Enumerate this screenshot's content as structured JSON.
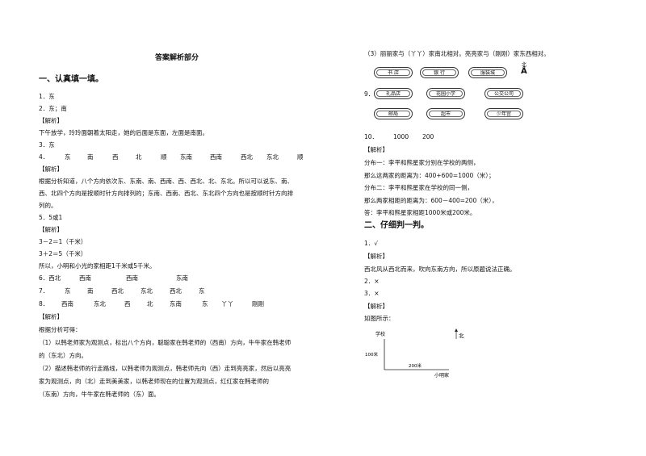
{
  "title": "答案解析部分",
  "section1_heading": "一、认真填一填。",
  "section2_heading": "二、仔细判一判。",
  "left": {
    "l1": "1．东",
    "l2": "2．东；南",
    "l3": "【解析】",
    "l4": "下午放学，玲玲面朝着太阳走，她的后面是东面，左面是南面。",
    "l5": "3．东",
    "q4_items": [
      "4．",
      "东",
      "南",
      "西",
      "北",
      "顺",
      "东南",
      "西南",
      "西北",
      "东北",
      "顺"
    ],
    "l7": "【解析】",
    "l8": "根据分析知道，八个方向依次东、东南、南、西南、西、西北、北、东北。所以可以说东、南、",
    "l9": "西、北四个方向是按顺时针方向排列的；东南、西南、西北、东北四个方向也是按顺时针方向排",
    "l10": "列的。",
    "l11": "5．5或1",
    "l12": "【解析】",
    "l13": "3－2＝1（千米）",
    "l14": "3＋2＝5（千米）",
    "l15": "所以，小明和小光的家相距1千米或5千米。",
    "q6_items": [
      "6．西北",
      "西南",
      "西南",
      "东南"
    ],
    "q7_items": [
      "7．",
      "东",
      "南",
      "西北",
      "东北",
      "西北",
      "东"
    ],
    "q8_items": [
      "8．",
      "西南",
      "东北",
      "西",
      "北",
      "东南",
      "东",
      "丫丫",
      "刚刚"
    ],
    "l19": "【解析】",
    "l20": "根据分析可得：",
    "l21": "（1）以韩老师家为观测点，标出八个方向，聪聪家在韩老师的（西南）方向，牛牛家在韩老师",
    "l22": "的（东北）方向。",
    "l23": "（2）描述韩老师的行走路线，以韩老师为观测点，韩老师先向（西）走到亮亮家，然后以亮亮",
    "l24": "家为观测点，向（北）走到美美家，以韩老师现在的位置为观测点，红红家在韩老师的",
    "l25": "（东南）方向，牛牛家在韩老师的（东）面。"
  },
  "right": {
    "r1": "（3）丽丽家与（丫丫）家南北相对。亮亮家与（刚刚）家东西相对。",
    "q9_label": "9．",
    "north_label": "北",
    "pills_row1": [
      "书 店",
      "银 行",
      "服装城"
    ],
    "pills_row2": [
      "礼品店",
      "花园小学",
      "公交公司"
    ],
    "pills_row3": [
      "邮局",
      "超市",
      "少年宫"
    ],
    "q10_items": [
      "10．",
      "1000",
      "200"
    ],
    "r3": "【解析】",
    "r4": "分布一：李平和熊星家分别在学校的两侧，",
    "r5": "那么这两家的距离为：400+600=1000（米）；",
    "r6": "分布二：李平和熊星家在学校的同一侧，",
    "r7": "那么两家相距的距离为：600－400=200（米），",
    "r8": "答：李平和熊星家相距1000米或200米。",
    "r9": "1．√",
    "r10": "【解析】",
    "r11": "西北风从西北而来，吹向东南方向，所以原题说法正确。",
    "r12": "2．×",
    "r13": "3．×",
    "r14": "【解析】",
    "r15": "如图所示：",
    "diagram": {
      "school": "学校",
      "north": "北",
      "dist_vertical": "100米",
      "dist_horizontal": "200米",
      "home": "小明家"
    }
  }
}
